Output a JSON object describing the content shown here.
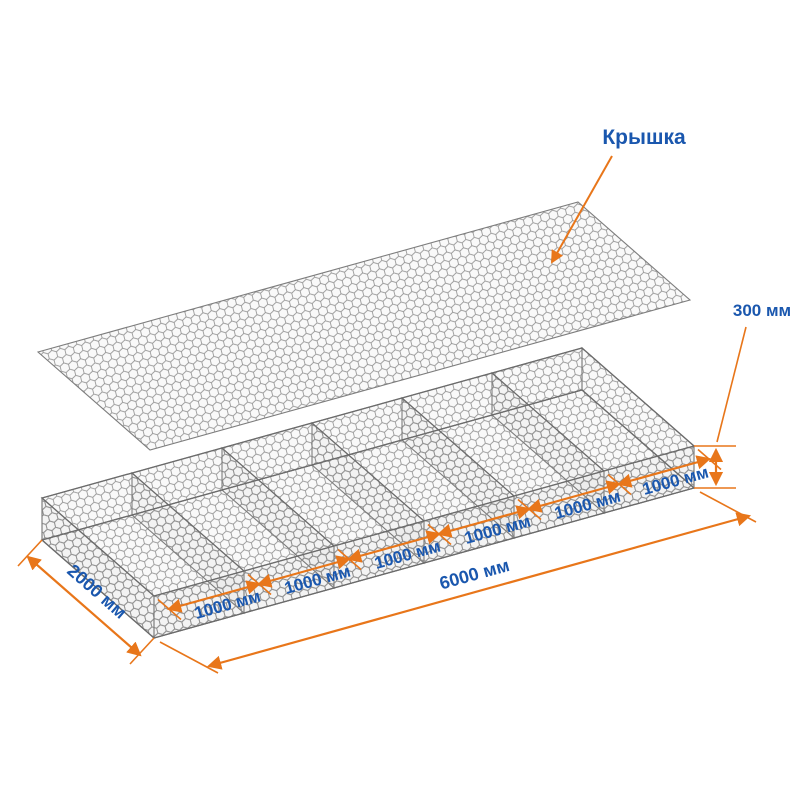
{
  "diagram": {
    "lid_label": "Крышка",
    "dimensions": {
      "height": "300 мм",
      "length": "6000 мм",
      "width": "2000 мм",
      "segments": [
        "1000 мм",
        "1000 мм",
        "1000 мм",
        "1000 мм",
        "1000 мм",
        "1000 мм"
      ]
    },
    "colors": {
      "dimension_lines": "#E8761A",
      "labels": "#1A57AE",
      "mesh": "#8F8F8F",
      "background": "#FFFFFF"
    }
  }
}
